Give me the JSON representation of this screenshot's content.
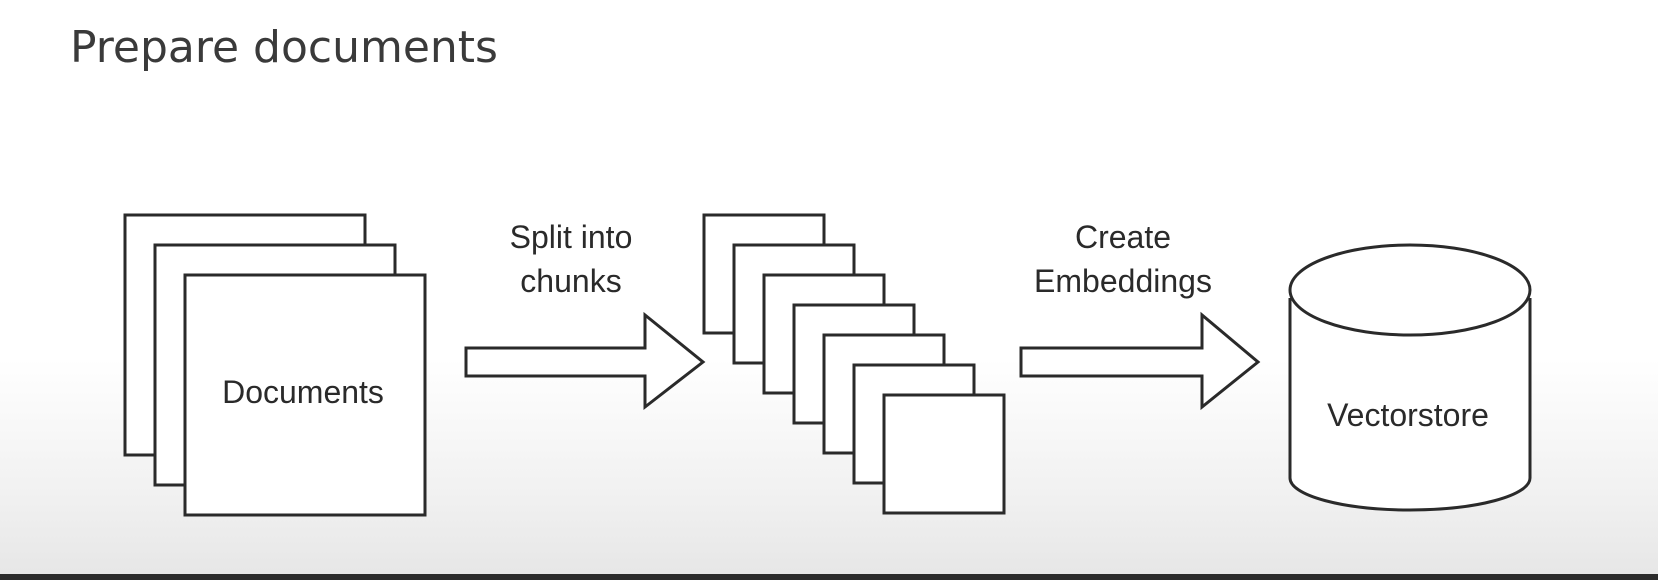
{
  "slide": {
    "title": "Prepare documents"
  },
  "diagram": {
    "documents_label": "Documents",
    "split_label_line1": "Split into",
    "split_label_line2": "chunks",
    "embed_label_line1": "Create",
    "embed_label_line2": "Embeddings",
    "vectorstore_label": "Vectorstore"
  },
  "colors": {
    "stroke": "#2a2a2a",
    "fill": "#ffffff",
    "text": "#2a2a2a",
    "title": "#3a3a3a"
  }
}
